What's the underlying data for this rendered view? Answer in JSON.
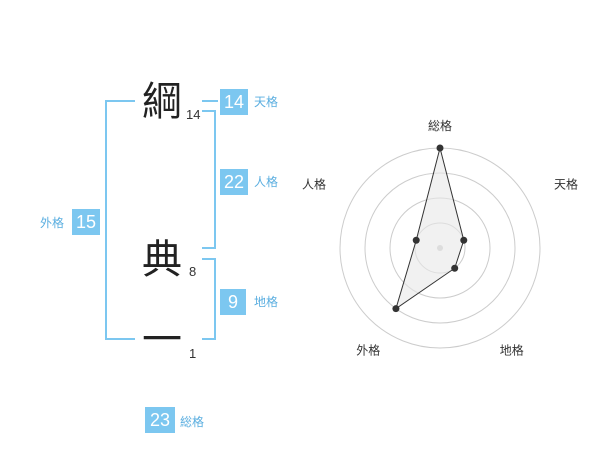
{
  "name_chars": [
    {
      "char": "綱",
      "strokes": "14"
    },
    {
      "char": "典",
      "strokes": "8"
    },
    {
      "char": "一",
      "strokes": "1"
    }
  ],
  "fortunes": {
    "tenkaku": {
      "value": "14",
      "label": "天格"
    },
    "jinkaku": {
      "value": "22",
      "label": "人格"
    },
    "chikaku": {
      "value": "9",
      "label": "地格"
    },
    "gaikaku": {
      "value": "15",
      "label": "外格"
    },
    "soukaku": {
      "value": "23",
      "label": "総格"
    }
  },
  "chart_data": {
    "type": "radar",
    "axes": [
      "総格",
      "天格",
      "地格",
      "外格",
      "人格"
    ],
    "values": [
      4,
      1,
      1,
      3,
      1
    ],
    "max": 4,
    "rings": 4,
    "colors": {
      "fill": "#e8e8e8",
      "stroke": "#333333",
      "point": "#333333",
      "grid": "#cccccc"
    }
  }
}
